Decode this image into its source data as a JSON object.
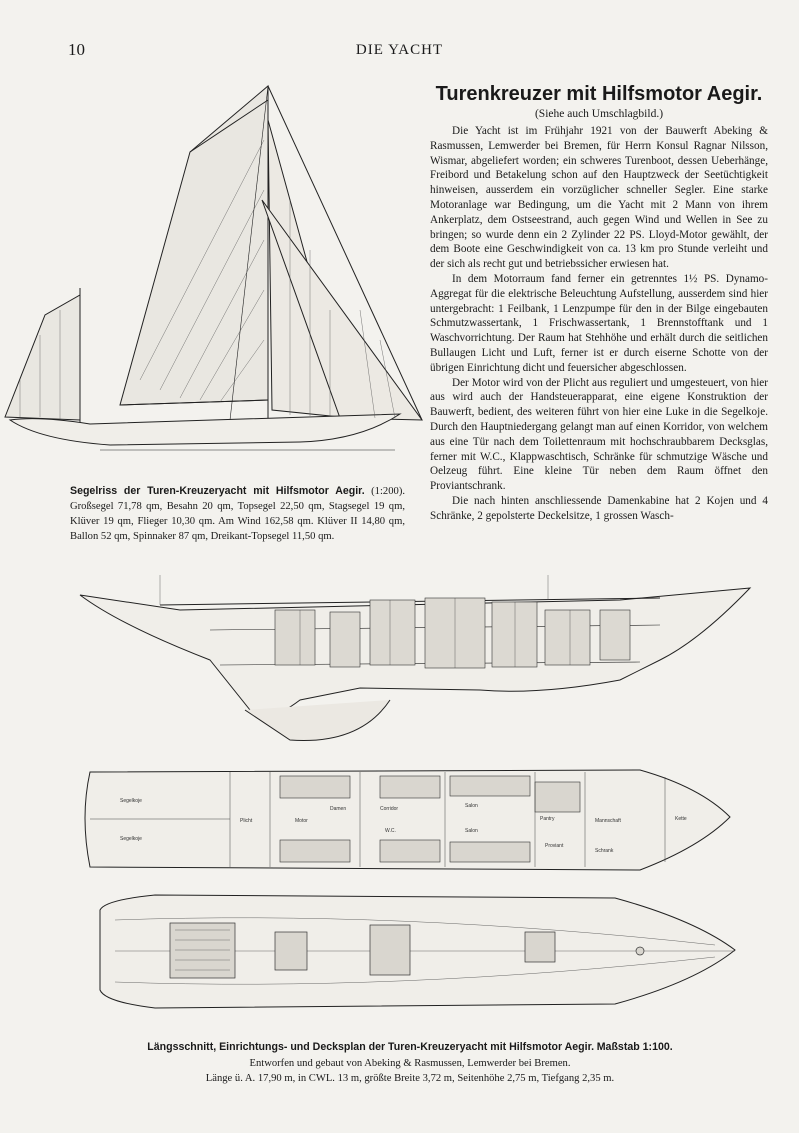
{
  "page": {
    "number": "10",
    "running_head": "DIE YACHT"
  },
  "article": {
    "title": "Turenkreuzer mit Hilfsmotor Aegir.",
    "subtitle": "(Siehe auch Umschlagbild.)",
    "paragraphs": [
      "Die Yacht ist im Frühjahr 1921 von der Bauwerft Abeking & Rasmussen, Lemwerder bei Bremen, für Herrn Konsul Ragnar Nilsson, Wismar, abgeliefert worden; ein schweres Turenboot, dessen Ueberhänge, Freibord und Betakelung schon auf den Hauptzweck der Seetüchtigkeit hinweisen, ausserdem ein vorzüglicher schneller Segler. Eine starke Motoranlage war Bedingung, um die Yacht mit 2 Mann von ihrem Ankerplatz, dem Ostseestrand, auch gegen Wind und Wellen in See zu bringen; so wurde denn ein 2 Zylinder 22 PS. Lloyd-Motor gewählt, der dem Boote eine Geschwindigkeit von ca. 13 km pro Stunde verleiht und der sich als recht gut und betriebssicher erwiesen hat.",
      "In dem Motorraum fand ferner ein getrenntes 1½ PS. Dynamo-Aggregat für die elektrische Beleuchtung Aufstellung, ausserdem sind hier untergebracht: 1 Feilbank, 1 Lenzpumpe für den in der Bilge eingebauten Schmutzwassertank, 1 Frischwassertank, 1 Brennstofftank und 1 Waschvorrichtung. Der Raum hat Stehhöhe und erhält durch die seitlichen Bullaugen Licht und Luft, ferner ist er durch eiserne Schotte von der übrigen Einrichtung dicht und feuersicher abgeschlossen.",
      "Der Motor wird von der Plicht aus reguliert und umgesteuert, von hier aus wird auch der Handsteuerapparat, eine eigene Konstruktion der Bauwerft, bedient, des weiteren führt von hier eine Luke in die Segelkoje. Durch den Hauptniedergang gelangt man auf einen Korridor, von welchem aus eine Tür nach dem Toilettenraum mit hochschraubbarem Decksglas, ferner mit W.C., Klappwaschtisch, Schränke für schmutzige Wäsche und Oelzeug führt. Eine kleine Tür neben dem Raum öffnet den Proviantschrank.",
      "Die nach hinten anschliessende Damenkabine hat 2 Kojen und 4 Schränke, 2 gepolsterte Deckelsitze, 1 grossen Wasch-"
    ]
  },
  "sail_caption": {
    "title": "Segelriss der Turen-Kreuzeryacht mit Hilfsmotor Aegir.",
    "scale": "(1:200).",
    "text": "Großsegel 71,78 qm, Besahn 20 qm, Topsegel 22,50 qm, Stagsegel 19 qm, Klüver 19 qm, Flieger 10,30 qm. Am Wind 162,58 qm. Klüver II 14,80 qm, Ballon 52 qm, Spinnaker 87 qm, Dreikant-Topsegel 11,50 qm."
  },
  "drawing_labels": {
    "interior": [
      "Segelkoje",
      "Segelkoje",
      "Plicht",
      "Motor",
      "Damen",
      "Corridor",
      "W.C.",
      "Salon",
      "Salon",
      "Pantry",
      "Mannschaft",
      "Kette",
      "Proviant",
      "Schrank"
    ]
  },
  "bottom_caption": {
    "title": "Längsschnitt, Einrichtungs- und Decksplan der Turen-Kreuzeryacht mit Hilfsmotor Aegir.",
    "scale": "Maßstab 1:100.",
    "builder": "Entworfen und gebaut von Abeking & Rasmussen, Lemwerder bei Bremen.",
    "dimensions": "Länge ü. A. 17,90 m, in CWL. 13 m, größte Breite 3,72 m, Seitenhöhe 2,75 m, Tiefgang 2,35 m."
  }
}
